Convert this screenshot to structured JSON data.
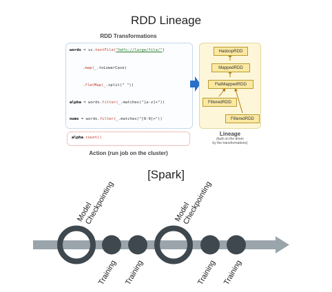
{
  "title": "RDD Lineage",
  "transformations": {
    "heading": "RDD Transformations",
    "lines": [
      {
        "pre": "words",
        "mid": " = sc.",
        "call": "textFile(",
        "arg": "\"hdfs://large/file/\"",
        "post": ")"
      },
      {
        "pre": "",
        "mid": "           ",
        "call": ".map(",
        "arg": "_.toLowerCase",
        "post": ")"
      },
      {
        "pre": "",
        "mid": "           ",
        "call": ".flatMap(",
        "arg": "_.split(\" \")",
        "post": ")"
      },
      {
        "pre": "alpha",
        "mid": " = words.",
        "call": "filter(",
        "arg": "_.matches(\"[a-z]+\")",
        "post": ")"
      },
      {
        "pre": "nums",
        "mid": " = words.",
        "call": "filter(",
        "arg": "_.matches(\"[0-9]+\")",
        "post": ")"
      }
    ]
  },
  "action": {
    "code_var": "alpha",
    "code_call": ".count()",
    "caption": "Action (run job on the cluster)"
  },
  "lineage": {
    "nodes": [
      "HadoopRDD",
      "MappedRDD",
      "FlatMappedRDD",
      "FilteredRDD",
      "FilteredRDD"
    ],
    "caption": "Lineage",
    "sub_line1": "(built on the driver",
    "sub_line2": "by the transformations)"
  },
  "spark_label": "[Spark]",
  "timeline": {
    "checkpoint_label_line1": "Model",
    "checkpoint_label_line2": "Checkpointing",
    "training_label": "Training",
    "colors": {
      "bar": "#9aa4ab",
      "node": "#3e484e"
    }
  }
}
